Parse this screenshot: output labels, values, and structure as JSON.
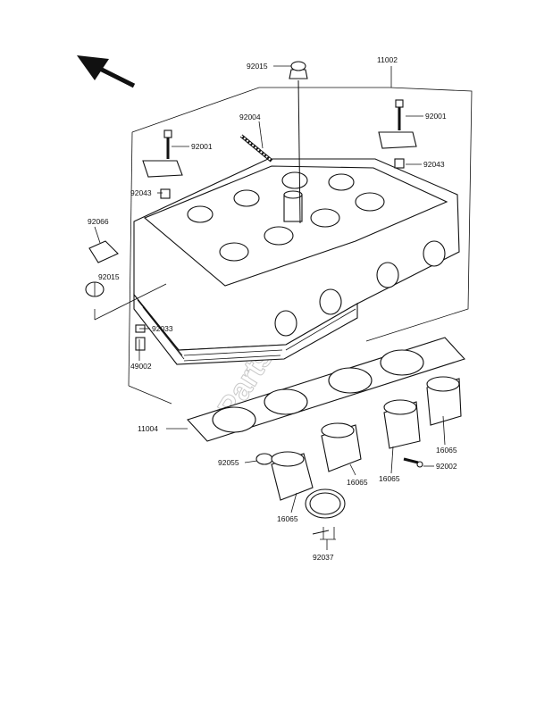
{
  "watermark": "PartsRepublik",
  "labels": {
    "l11002": "11002",
    "l92015a": "92015",
    "l92004": "92004",
    "l92001a": "92001",
    "l92001b": "92001",
    "l92043a": "92043",
    "l92043b": "92043",
    "l92066": "92066",
    "l92015b": "92015",
    "l92033": "92033",
    "l49002": "49002",
    "l11004": "11004",
    "l92055": "92055",
    "l16065a": "16065",
    "l16065b": "16065",
    "l16065c": "16065",
    "l16065d": "16065",
    "l92002": "92002",
    "l92037": "92037"
  }
}
